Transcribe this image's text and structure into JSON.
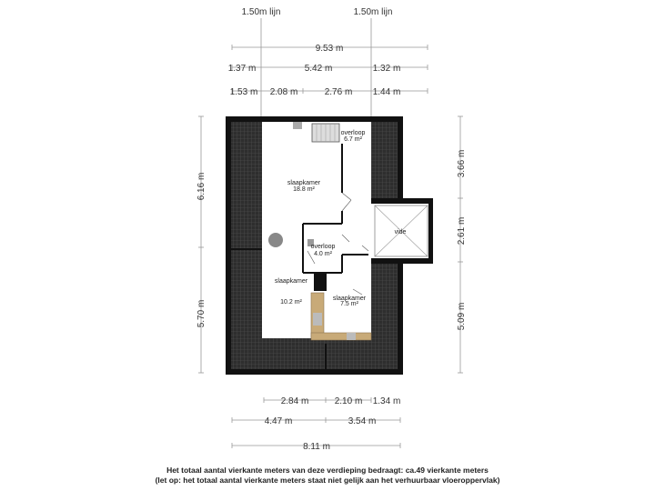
{
  "guides": {
    "left_label": "1.50m lijn",
    "right_label": "1.50m lijn"
  },
  "dims_top": {
    "total": "9.53 m",
    "row2": [
      "1.37 m",
      "5.42 m",
      "1.32 m"
    ],
    "row3": [
      "1.53 m",
      "2.08 m",
      "2.76 m",
      "1.44 m"
    ]
  },
  "dims_left": [
    "6.16 m",
    "5.70 m"
  ],
  "dims_right": [
    "3.66 m",
    "2.61 m",
    "5.09 m"
  ],
  "dims_bottom": {
    "row1": [
      "2.84 m",
      "2.10 m",
      "1.34 m"
    ],
    "row2": [
      "4.47 m",
      "3.54 m"
    ],
    "total": "8.11 m"
  },
  "rooms": {
    "overloop_top": {
      "name": "overloop",
      "area": "6.7 m²"
    },
    "slaapkamer_top": {
      "name": "slaapkamer",
      "area": "18.8 m²"
    },
    "overloop_mid": {
      "name": "overloop",
      "area": "4.0 m²"
    },
    "slaapkamer_left": {
      "name": "slaapkamer",
      "area": "10.2 m²"
    },
    "slaapkamer_right": {
      "name": "slaapkamer",
      "area": "7.5 m²"
    },
    "vide": {
      "name": "vide"
    }
  },
  "footer": {
    "line1": "Het totaal aantal vierkante meters van deze verdieping bedraagt: ca.49  vierkante meters",
    "line2": "(let op: het totaal aantal vierkante meters staat niet gelijk aan het verhuurbaar vloeroppervlak)"
  },
  "colors": {
    "wall": "#111111",
    "roof": "#3a3a3a",
    "floor": "#ffffff",
    "wood": "#c8aa78"
  }
}
